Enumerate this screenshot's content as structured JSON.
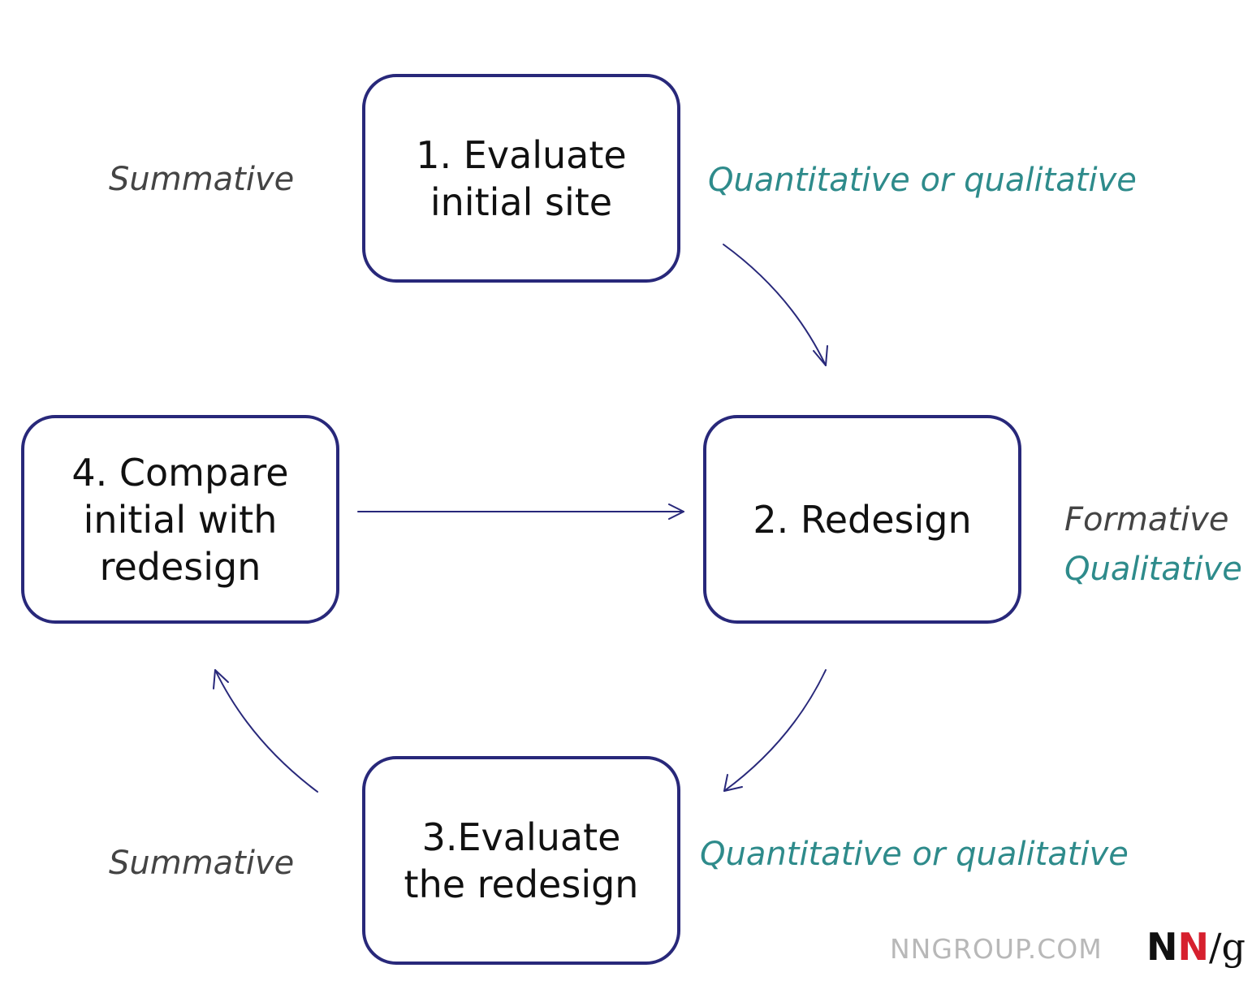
{
  "colors": {
    "box_border": "#28287a",
    "arrow": "#28287a",
    "gray_text": "#444444",
    "teal_text": "#2e8b8b",
    "footer_text": "#b8b8b8",
    "logo_dark": "#111111",
    "logo_red": "#d6202e"
  },
  "steps": {
    "step1": "1. Evaluate\ninitial site",
    "step2": "2. Redesign",
    "step3": "3.Evaluate\nthe redesign",
    "step4": "4. Compare\ninitial with\nredesign"
  },
  "notes": {
    "summative_top": "Summative",
    "qq_top": "Quantitative or qualitative",
    "formative": "Formative",
    "qualitative": "Qualitative",
    "qq_bottom": "Quantitative or qualitative",
    "summative_bottom": "Summative"
  },
  "footer": {
    "url": "NNGROUP.COM",
    "logo_n1": "N",
    "logo_n2": "N",
    "logo_slash": "/",
    "logo_g": "g"
  }
}
